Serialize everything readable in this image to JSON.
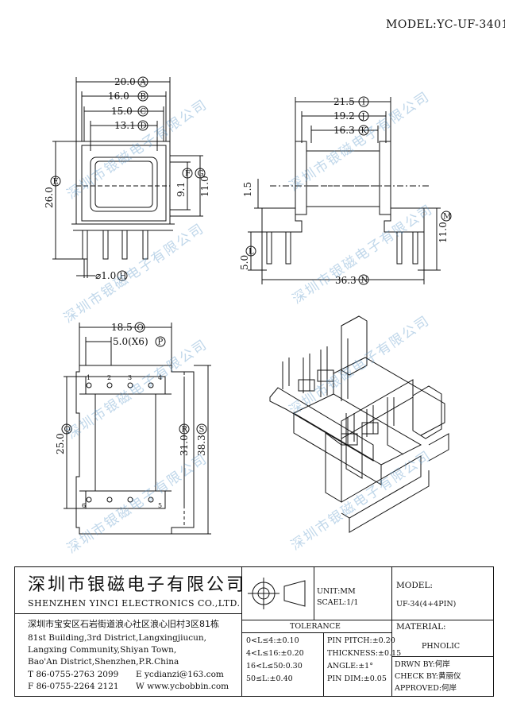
{
  "model_label": "MODEL:YC-UF-3401",
  "dimensions": {
    "A": "20.0",
    "B": "16.0",
    "C": "15.0",
    "D": "13.1",
    "E": "26.0",
    "F": "9.1",
    "G": "11.0",
    "H": "⌀1.0",
    "I": "21.5",
    "J": "19.2",
    "K": "16.3",
    "L": "5.0",
    "M": "11.0",
    "N": "36.3",
    "O": "18.5",
    "P": "5.0(X6)",
    "Q": "25.0",
    "R": "31.0",
    "S": "38.3",
    "side_small": "1.5"
  },
  "pin_numbers": [
    "1",
    "2",
    "3",
    "4",
    "5",
    "6"
  ],
  "watermark": "深圳市银磁电子有限公司",
  "company": {
    "name_cn": "深圳市银磁电子有限公司",
    "name_en": "SHENZHEN YINCI ELECTRONICS CO.,LTD.",
    "address_cn": "深圳市宝安区石岩街道浪心社区浪心旧村3区81栋",
    "address_en_1": "81st Building,3rd District,Langxingjiucun,",
    "address_en_2": "Langxing Community,Shiyan Town,",
    "address_en_3": "Bao'An District,Shenzhen,P.R.China",
    "tel": "T  86-0755-2763 2099",
    "fax": "F  86-0755-2264 2121",
    "email": "E  ycdianzi@163.com",
    "web": "W  www.ycbobbin.com"
  },
  "unit": "UNIT:MM",
  "scale": "SCAEL:1/1",
  "model_field_label": "MODEL:",
  "model_value": "UF-34(4+4PIN)",
  "tolerance_label": "TOLERANCE",
  "tolerances": [
    "0<L≤4:±0.10",
    "4<L≤16:±0.20",
    "16<L≤50:0.30",
    "50≤L:±0.40"
  ],
  "specs": [
    "PIN PITCH:±0.20",
    "THICKNESS:±0.15",
    "ANGLE:±1°",
    "PIN DIM:±0.05"
  ],
  "material_label": "MATERIAL:",
  "material_value": "PHNOLIC",
  "drawn_by": "DRWN BY:何岸",
  "check_by": "CHECK BY:黄丽仪",
  "approved": "APPROVED:何岸"
}
